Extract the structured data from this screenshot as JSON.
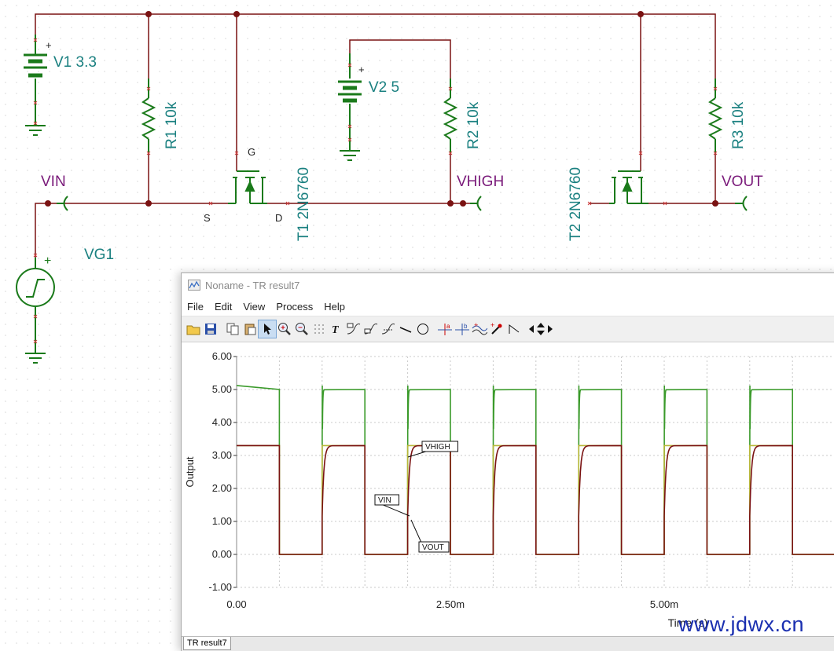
{
  "schematic": {
    "v1": {
      "name": "V1",
      "value": "3.3",
      "plus": "+"
    },
    "v2": {
      "name": "V2",
      "value": "5",
      "plus": "+"
    },
    "r1": {
      "name": "R1",
      "value": "10k"
    },
    "r2": {
      "name": "R2",
      "value": "10k"
    },
    "r3": {
      "name": "R3",
      "value": "10k"
    },
    "t1": {
      "name": "T1",
      "model": "2N6760"
    },
    "t2": {
      "name": "T2",
      "model": "2N6760"
    },
    "vg1": {
      "name": "VG1",
      "plus": "+"
    },
    "pins": {
      "g": "G",
      "s": "S",
      "d": "D"
    },
    "nets": {
      "vin": "VIN",
      "vhigh": "VHIGH",
      "vout": "VOUT"
    }
  },
  "window": {
    "title": "Noname - TR result7",
    "menu": [
      "File",
      "Edit",
      "View",
      "Process",
      "Help"
    ],
    "tab": "TR result7"
  },
  "toolbar_icons": [
    "open-icon",
    "save-icon",
    "copy-icon",
    "paste-icon",
    "pointer-icon",
    "zoom-in-icon",
    "zoom-out-icon",
    "grid-icon",
    "text-icon",
    "curve-label-icon",
    "curve-label-2-icon",
    "curve-label-3-icon",
    "line-icon",
    "ellipse-icon",
    "cursor-a-icon",
    "cursor-b-icon",
    "tangent-icon",
    "probe-icon",
    "slope-icon",
    "nudge-left-icon",
    "nudge-updown-icon",
    "nudge-right-icon"
  ],
  "chart_data": {
    "type": "line",
    "ylabel": "Output",
    "xlabel": "Time (s)",
    "yticks": [
      "6.00",
      "5.00",
      "4.00",
      "3.00",
      "2.00",
      "1.00",
      "0.00",
      "-1.00"
    ],
    "xticks": [
      "0.00",
      "2.50m",
      "5.00m"
    ],
    "ylim": [
      -1,
      6
    ],
    "xlim_ms": [
      0,
      7
    ],
    "grid": true,
    "period_ms": 1.0,
    "duty_high_ms": 0.5,
    "series": [
      {
        "name": "VHIGH",
        "color": "#3a9a2a",
        "high": 5.0,
        "low": 0.0
      },
      {
        "name": "VIN",
        "color": "#b8b83a",
        "high": 3.3,
        "low": 0.0
      },
      {
        "name": "VOUT",
        "color": "#7a1212",
        "high": 3.3,
        "low": 0.0
      }
    ],
    "annotations": [
      "VHIGH",
      "VIN",
      "VOUT"
    ]
  },
  "watermark": "www.jdwx.cn"
}
